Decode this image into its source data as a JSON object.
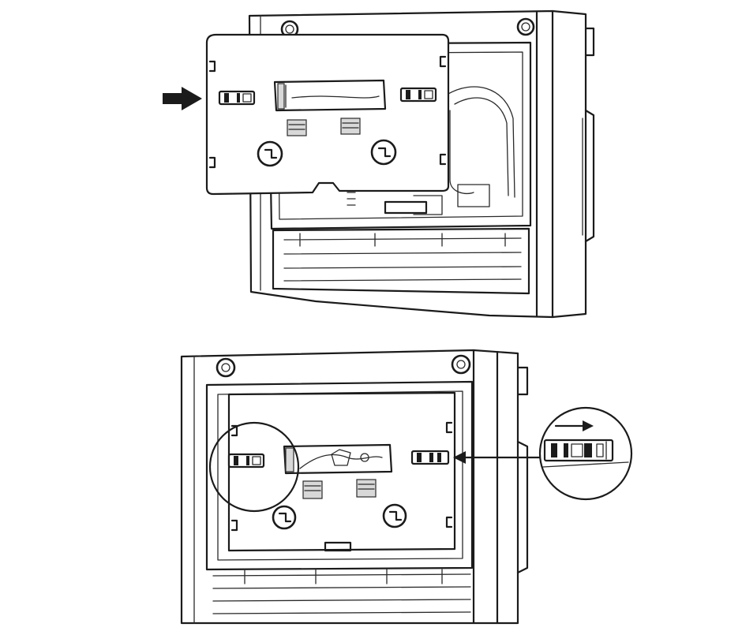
{
  "figure": {
    "panels": [
      {
        "id": "top",
        "depicts": "cover-plate-before-insertion",
        "arrow": "push-right-arrow-icon"
      },
      {
        "id": "bottom",
        "depicts": "cover-plate-installed",
        "callout": "magnified-latch-detail",
        "callout_arrow": "slide-right-arrow-icon"
      }
    ],
    "colors": {
      "line": "#1b1b1b",
      "shade": "#d8d8d8",
      "background": "#ffffff"
    }
  }
}
